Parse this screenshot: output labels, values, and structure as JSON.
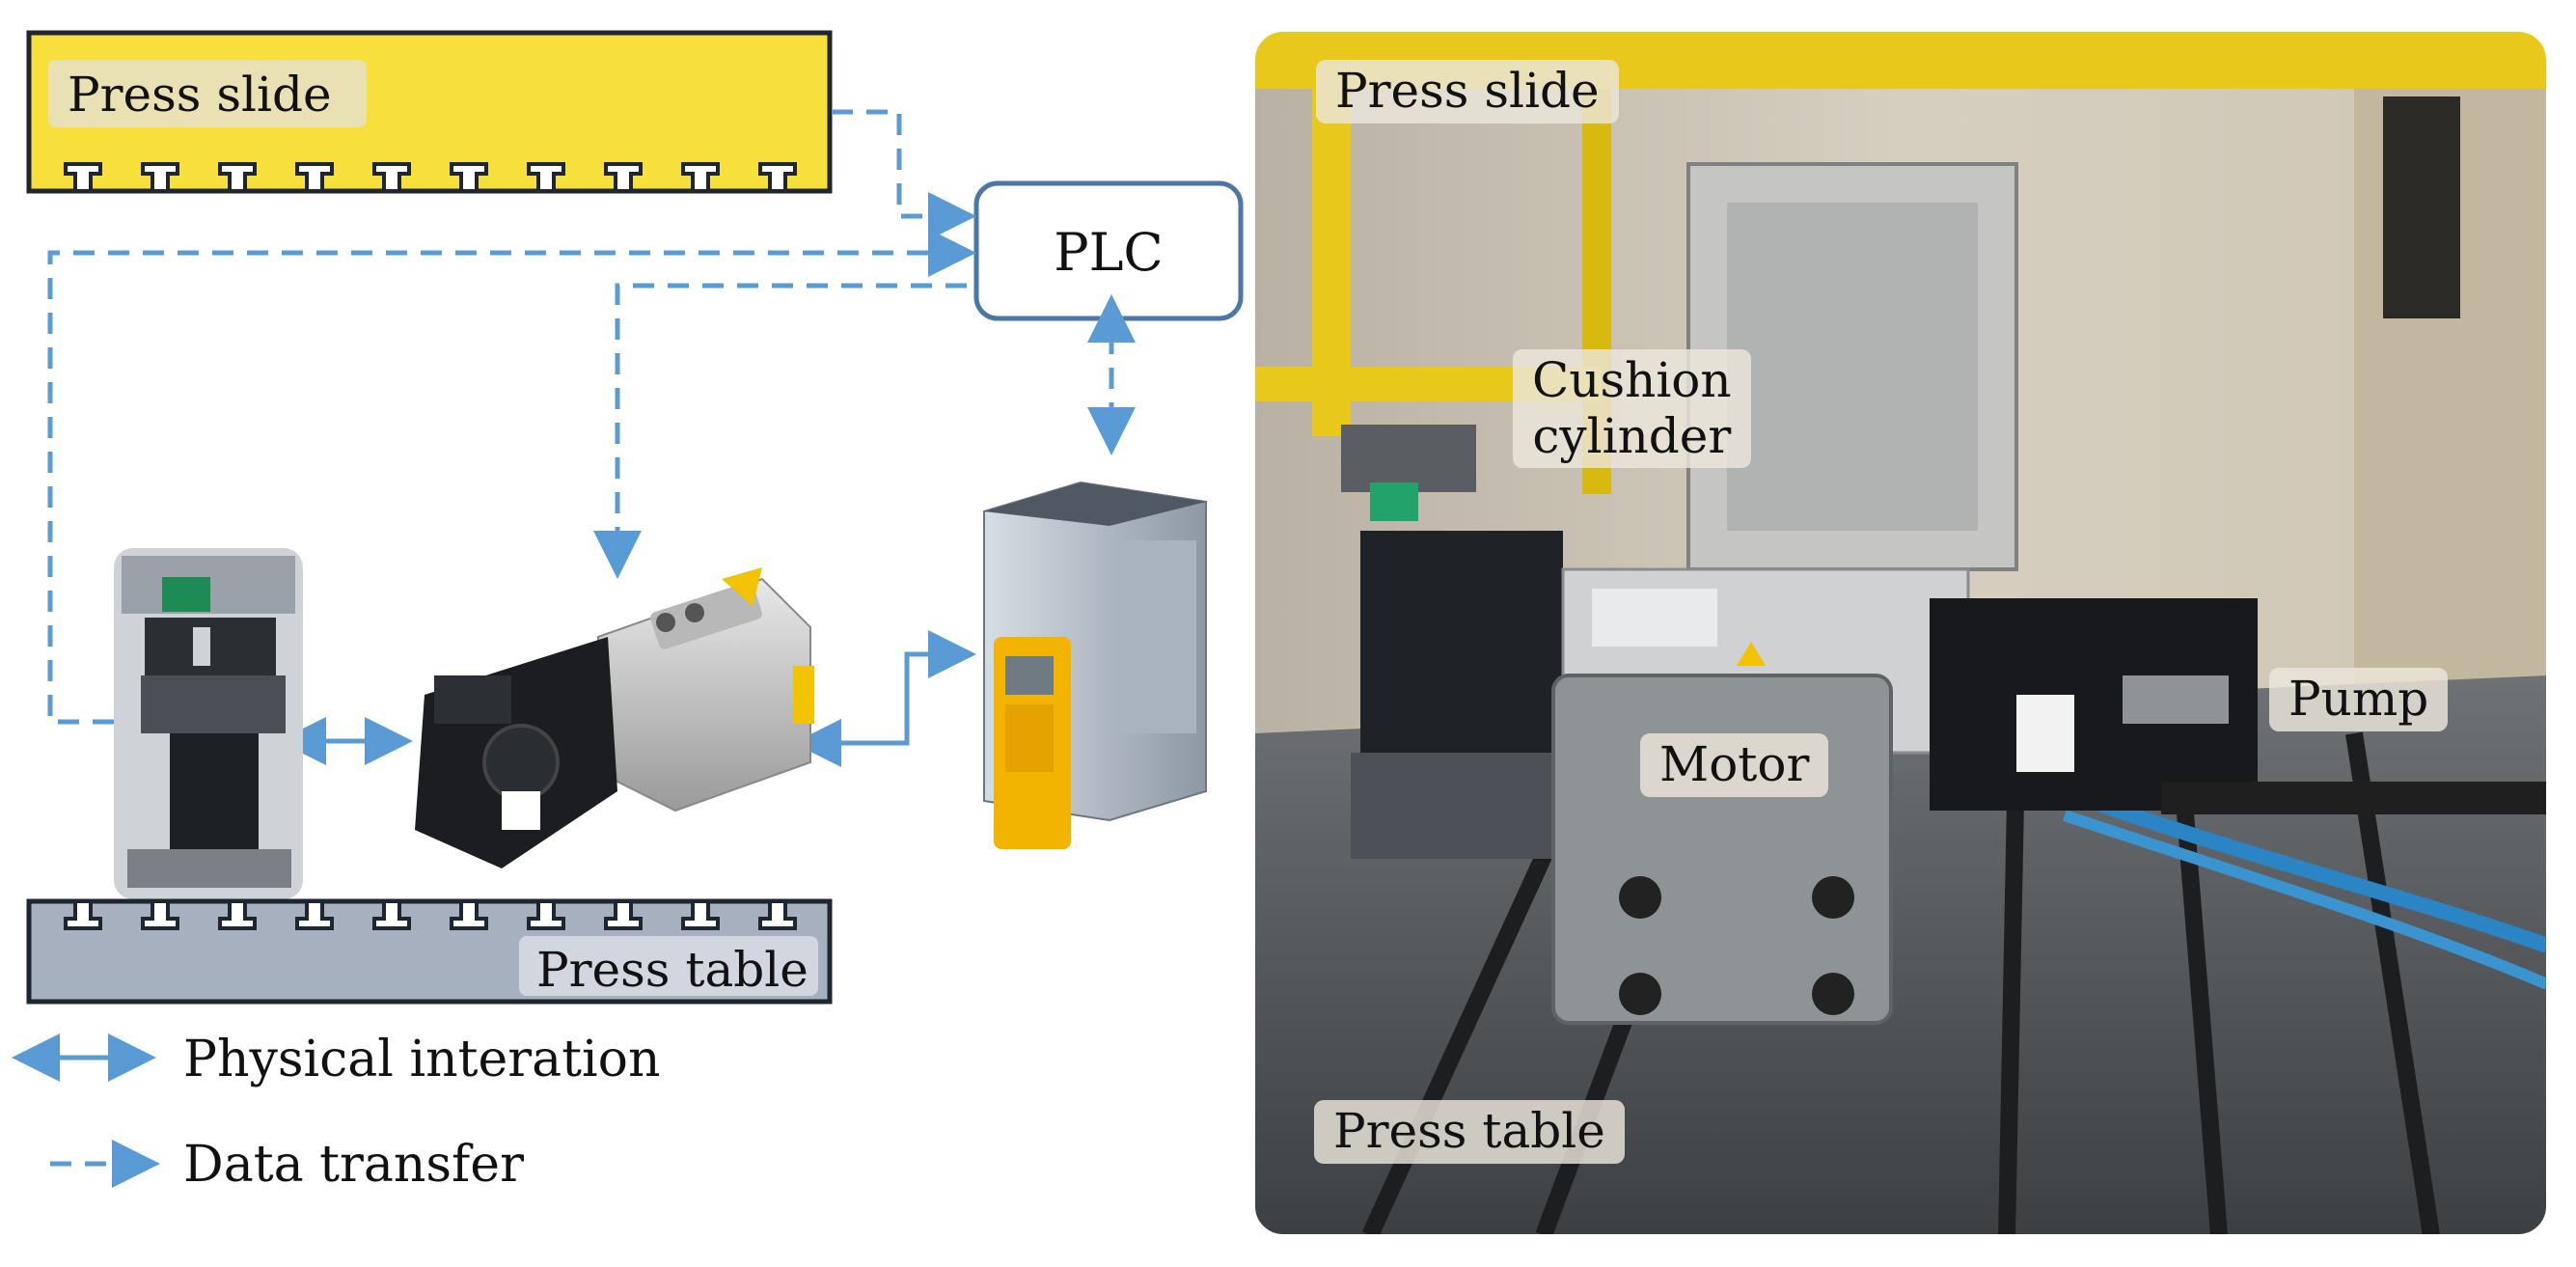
{
  "diagram": {
    "press_slide_label": "Press slide",
    "plc_label": "PLC",
    "press_table_label": "Press table",
    "legend": {
      "physical": "Physical interation",
      "data": "Data transfer"
    }
  },
  "photo": {
    "press_slide_label": "Press slide",
    "cushion_cylinder_line1": "Cushion",
    "cushion_cylinder_line2": "cylinder",
    "motor_label": "Motor",
    "pump_label": "Pump",
    "press_table_label": "Press table"
  },
  "colors": {
    "arrow_blue": "#5b9bd5",
    "press_slide_yellow": "#f7df3c",
    "press_table_grey": "#a6b0bf",
    "plc_border": "#4a77a8",
    "outline_dark": "#1f2630"
  },
  "icons": {
    "physical_arrow": "double-headed-arrow-icon",
    "data_arrow": "dashed-arrow-icon"
  }
}
